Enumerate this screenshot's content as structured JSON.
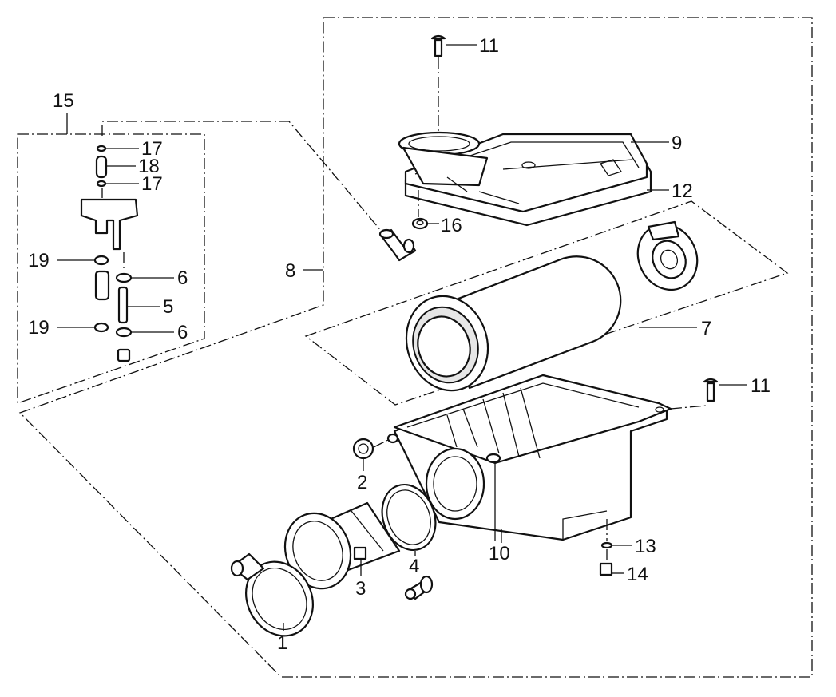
{
  "diagram": {
    "callouts": [
      {
        "id": "c1",
        "text": "1"
      },
      {
        "id": "c2",
        "text": "2"
      },
      {
        "id": "c3",
        "text": "3"
      },
      {
        "id": "c4",
        "text": "4"
      },
      {
        "id": "c5",
        "text": "5"
      },
      {
        "id": "c6a",
        "text": "6"
      },
      {
        "id": "c6b",
        "text": "6"
      },
      {
        "id": "c7",
        "text": "7"
      },
      {
        "id": "c8",
        "text": "8"
      },
      {
        "id": "c9",
        "text": "9"
      },
      {
        "id": "c10",
        "text": "10"
      },
      {
        "id": "c11a",
        "text": "11"
      },
      {
        "id": "c11b",
        "text": "11"
      },
      {
        "id": "c12",
        "text": "12"
      },
      {
        "id": "c13",
        "text": "13"
      },
      {
        "id": "c14",
        "text": "14"
      },
      {
        "id": "c15",
        "text": "15"
      },
      {
        "id": "c16",
        "text": "16"
      },
      {
        "id": "c17a",
        "text": "17"
      },
      {
        "id": "c17b",
        "text": "17"
      },
      {
        "id": "c18",
        "text": "18"
      },
      {
        "id": "c19a",
        "text": "19"
      },
      {
        "id": "c19b",
        "text": "19"
      }
    ]
  }
}
